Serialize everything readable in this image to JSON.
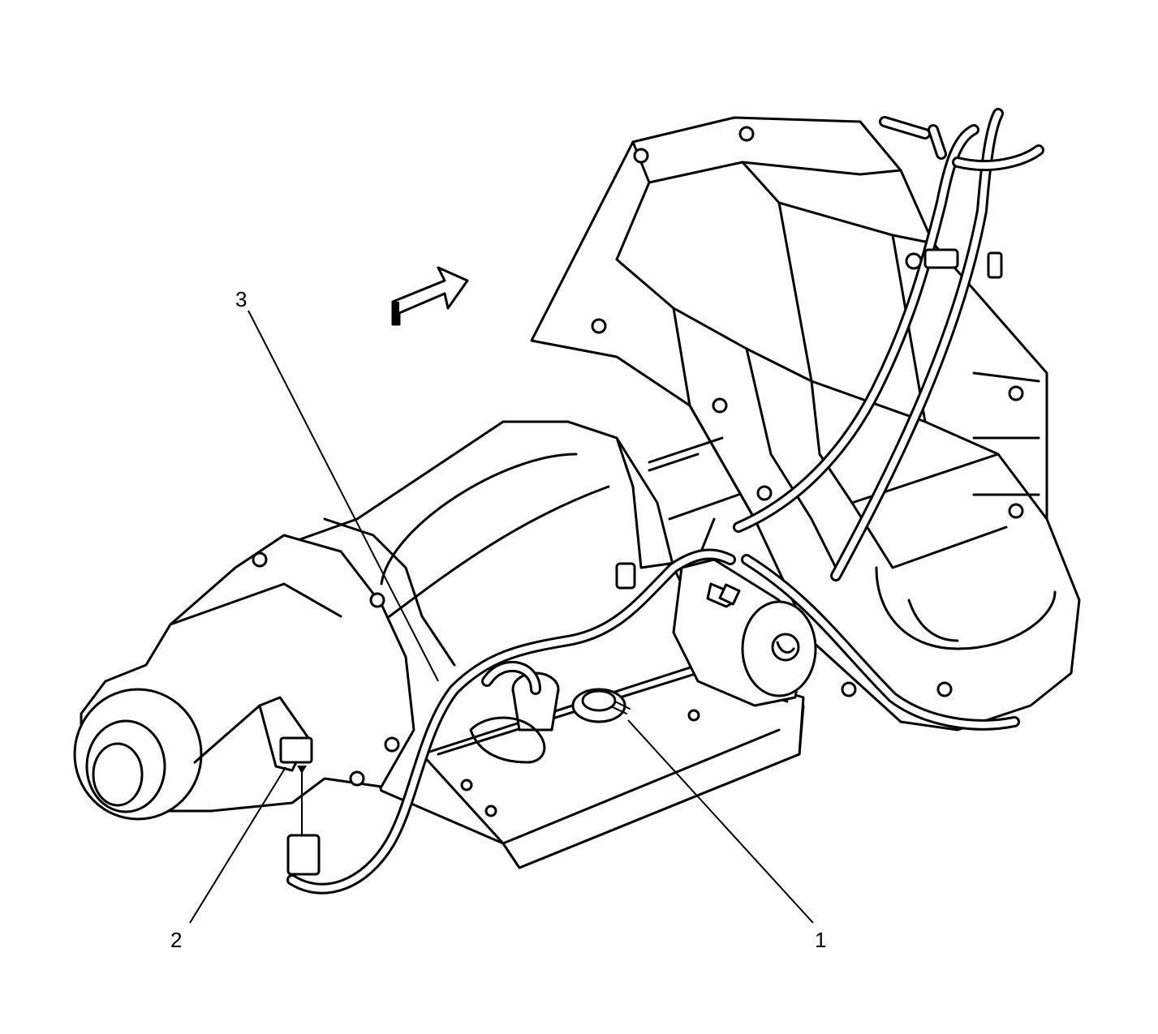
{
  "callouts": [
    {
      "id": "1",
      "label": "1"
    },
    {
      "id": "2",
      "label": "2"
    },
    {
      "id": "3",
      "label": "3"
    }
  ],
  "colors": {
    "line": "#000000",
    "background": "#ffffff"
  },
  "icons": [
    "direction-arrow-icon"
  ]
}
